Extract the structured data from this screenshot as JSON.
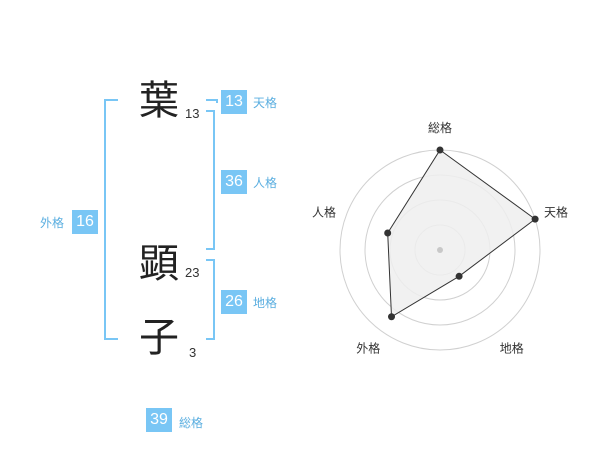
{
  "name": {
    "chars": [
      {
        "char": "葉",
        "strokes": "13"
      },
      {
        "char": "顕",
        "strokes": "23"
      },
      {
        "char": "子",
        "strokes": "3"
      }
    ]
  },
  "kaku": {
    "tenkaku": {
      "value": "13",
      "label": "天格"
    },
    "jinkaku": {
      "value": "36",
      "label": "人格"
    },
    "chikaku": {
      "value": "26",
      "label": "地格"
    },
    "gaikaku": {
      "value": "16",
      "label": "外格"
    },
    "soukaku": {
      "value": "39",
      "label": "総格"
    }
  },
  "colors": {
    "accent": "#79c6f5",
    "label": "#5aaee0",
    "poly_fill": "#eeeeee",
    "ring": "#d0d0d0",
    "point": "#333333"
  },
  "chart_data": {
    "type": "radar",
    "axes": [
      "総格",
      "天格",
      "地格",
      "外格",
      "人格"
    ],
    "levels": 4,
    "max": 4,
    "values": [
      4,
      4,
      1.3,
      3.3,
      2.2
    ]
  }
}
